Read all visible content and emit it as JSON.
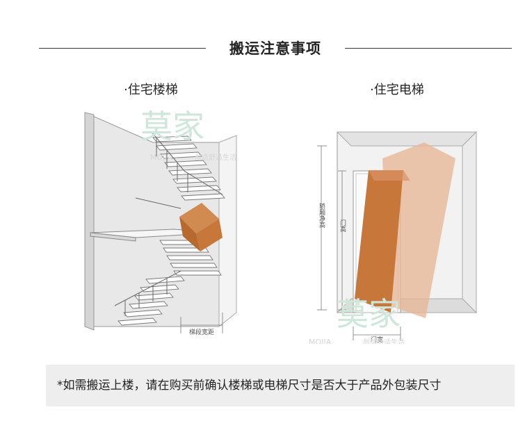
{
  "title": "搬运注意事项",
  "sections": {
    "stairs": {
      "caption": "·住宅楼梯",
      "width_label": "梯段宽距"
    },
    "elevator": {
      "caption": "·住宅电梯",
      "height_label": "轿厢净高",
      "door_height_label": "门高",
      "door_width_label": "门宽"
    }
  },
  "watermark": {
    "logo": "莫家",
    "brand": "MOJIA",
    "slogan": "创造舒适生活"
  },
  "note": "*如需搬运上楼，请在购买前确认楼梯或电梯尺寸是否大于产品外包装尺寸",
  "colors": {
    "box": "#c8773a",
    "box_light": "#e6b898",
    "wall": "#e6e6e6"
  }
}
